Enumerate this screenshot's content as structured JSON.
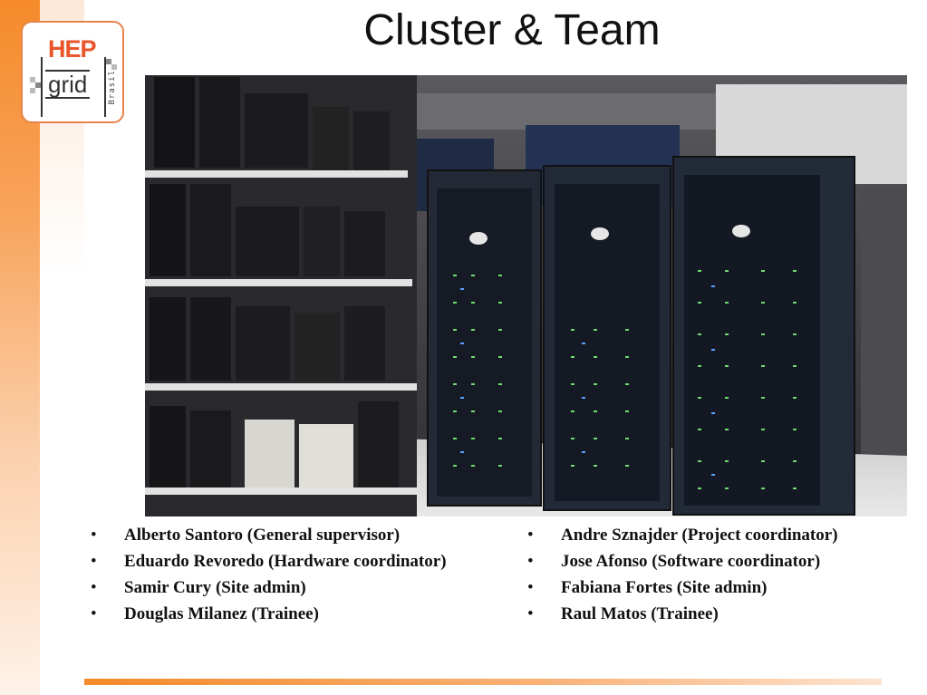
{
  "slide": {
    "title": "Cluster & Team"
  },
  "logo": {
    "line1": "HEP",
    "line2": "grid",
    "side": "Brasil"
  },
  "team": {
    "left": [
      "Alberto Santoro (General supervisor)",
      "Eduardo Revoredo (Hardware coordinator)",
      "Samir Cury (Site admin)",
      "Douglas Milanez (Trainee)"
    ],
    "right": [
      "Andre Sznajder (Project coordinator)",
      "Jose Afonso (Software coordinator)",
      "Fabiana Fortes (Site admin)",
      "Raul Matos (Trainee)"
    ]
  },
  "colors": {
    "accent": "#f58a2a",
    "logo_red": "#e8562a"
  }
}
